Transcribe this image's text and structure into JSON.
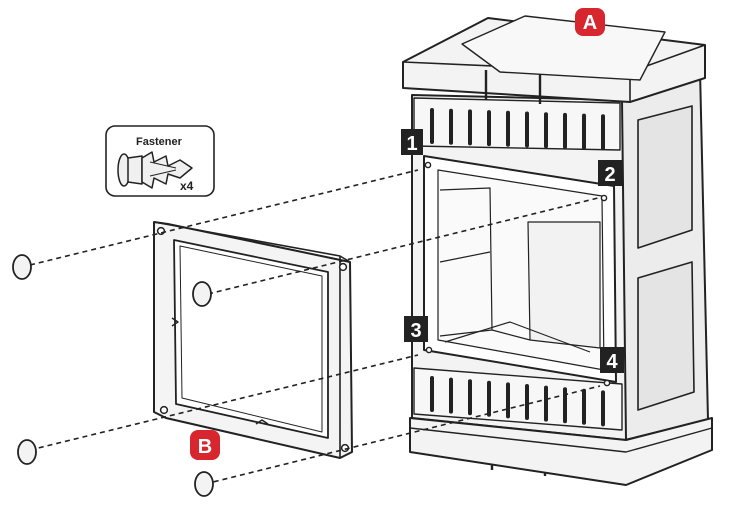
{
  "callout": {
    "title": "Fastener",
    "quantity": "x4"
  },
  "parts": {
    "a": "A",
    "b": "B"
  },
  "steps": [
    "1",
    "2",
    "3",
    "4"
  ],
  "colors": {
    "accent": "#d7262e",
    "ink": "#222222",
    "fill": "#f3f3f3",
    "step_bg": "#222222"
  }
}
